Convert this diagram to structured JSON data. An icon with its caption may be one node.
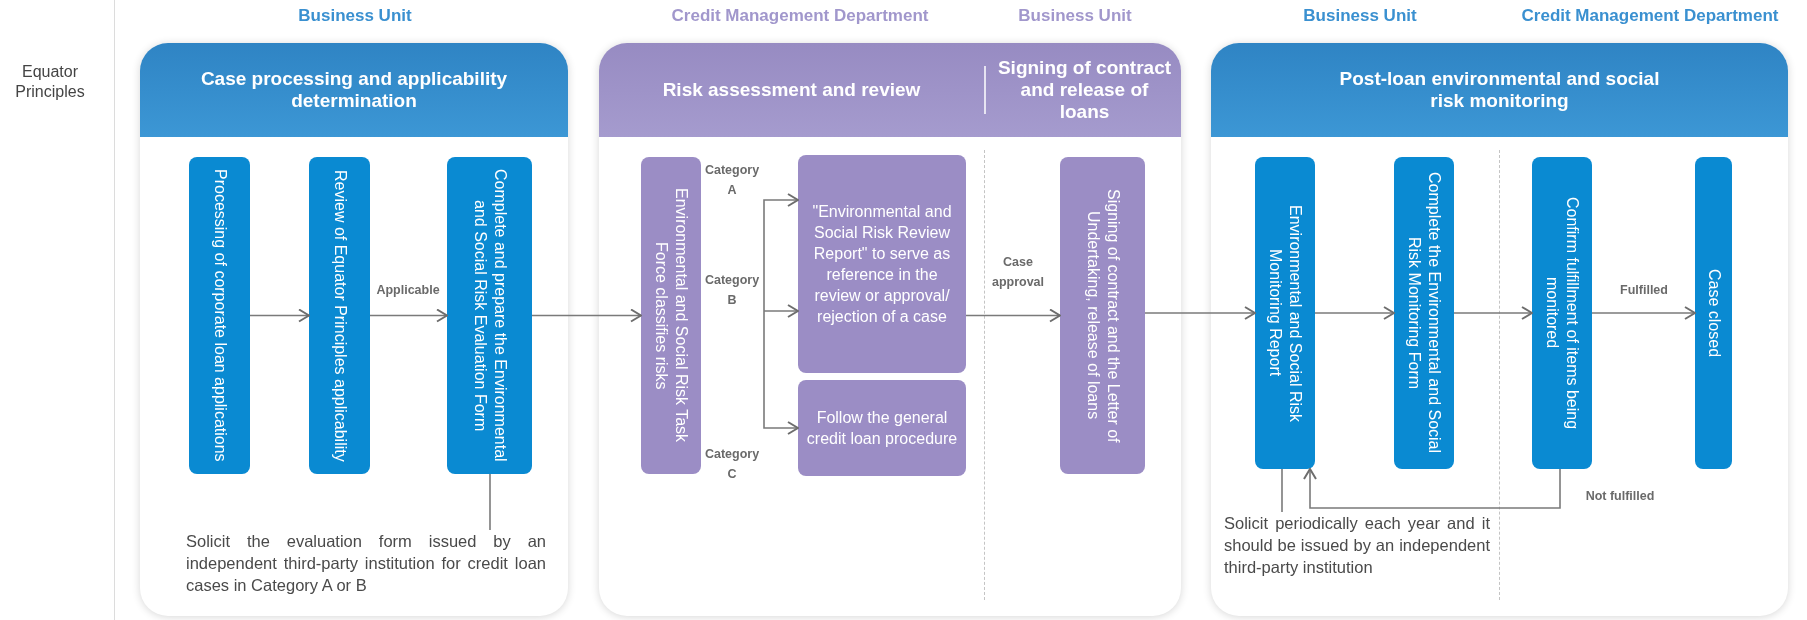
{
  "diagram": {
    "nodes": [
      {
        "text": [
          "Case processing and applicability determination"
        ]
      },
      {
        "text": [
          "Processing of corporate loan applications"
        ],
        "in": 0
      },
      {
        "text": [
          "Review of Equator Principles applicability"
        ],
        "in": 0
      },
      {
        "text": [
          "Complete and prepare the Environmental and Social Risk Evaluation Form"
        ],
        "in": 0
      },
      {
        "text": [
          "Solicit the evaluation form issued by an independent third-party institution for credit loan cases in Category A or B"
        ],
        "in": 0
      },
      {
        "text": [
          "Risk assessment and review",
          "Signing of contract and release of loans"
        ]
      },
      {
        "text": [
          "Environmental and Social Risk Task Force classifies risks"
        ],
        "in": 5
      },
      {
        "text": [
          "\"Environmental and Social Risk Review Report\" to serve as reference in the review or approval/ rejection of a case"
        ],
        "in": 5
      },
      {
        "text": [
          "Follow the general credit loan procedure"
        ],
        "in": 5
      },
      {
        "text": [
          "Signing of contract and the Letter of Undertaking, release of loans"
        ],
        "in": 5
      },
      {
        "text": [
          "Post-loan environmental and social risk monitoring"
        ]
      },
      {
        "text": [
          "Environmental and Social Risk Monitoring Report"
        ],
        "in": 10
      },
      {
        "text": [
          "Complete the Environmental and Social Risk Monitoring Form"
        ],
        "in": 10
      },
      {
        "text": [
          "Confirm fulfillment of items being monitored"
        ],
        "in": 10
      },
      {
        "text": [
          "Case closed"
        ],
        "in": 10
      },
      {
        "text": [
          "Solicit periodically each year and it should be issued by an independent third-party institution"
        ],
        "in": 10
      }
    ],
    "edges": [
      {
        "from": 1,
        "to": 2,
        "arrow": "to"
      },
      {
        "from": 2,
        "to": 3,
        "arrow": "to",
        "label": "Applicable"
      },
      {
        "from": 3,
        "to": 6,
        "arrow": "to"
      },
      {
        "from": 4,
        "to": 3,
        "arrow": "none"
      },
      {
        "from": null,
        "to": 7,
        "arrow": "to",
        "label": "Category A"
      },
      {
        "from": null,
        "to": 7,
        "arrow": "to",
        "label": "Category B"
      },
      {
        "from": null,
        "to": 8,
        "arrow": "to",
        "label": "Category C"
      },
      {
        "from": 7,
        "to": 9,
        "arrow": "to",
        "label": "Case approval"
      },
      {
        "from": 9,
        "to": 11,
        "arrow": "to"
      },
      {
        "from": 11,
        "to": 12,
        "arrow": "to"
      },
      {
        "from": 12,
        "to": 13,
        "arrow": "to"
      },
      {
        "from": 13,
        "to": 14,
        "arrow": "to",
        "label": "Fulfilled"
      },
      {
        "from": 13,
        "to": 11,
        "arrow": "to",
        "label": "Not fulfilled"
      },
      {
        "from": 15,
        "to": 11,
        "arrow": "none"
      }
    ],
    "labels": [
      "Equator Principles",
      "Business Unit",
      "Credit Management Department",
      "Business Unit",
      "Business Unit",
      "Credit Management Department"
    ]
  }
}
